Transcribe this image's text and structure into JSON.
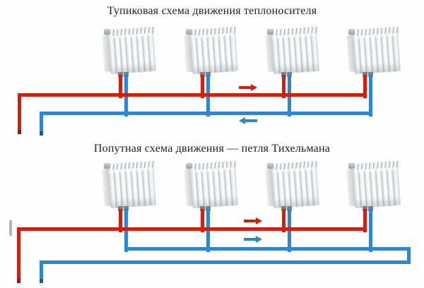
{
  "colors": {
    "supply": "#d1200f",
    "return": "#2f86cf"
  },
  "scheme_dead_end": {
    "title": "Тупиковая схема движения теплоносителя",
    "radiator_count": 4,
    "supply_flow_direction": "right",
    "return_flow_direction": "left"
  },
  "scheme_tichelmann": {
    "title": "Попутная схема движения — петля Тихельмана",
    "radiator_count": 4,
    "supply_flow_direction": "right",
    "return_flow_direction": "right"
  }
}
